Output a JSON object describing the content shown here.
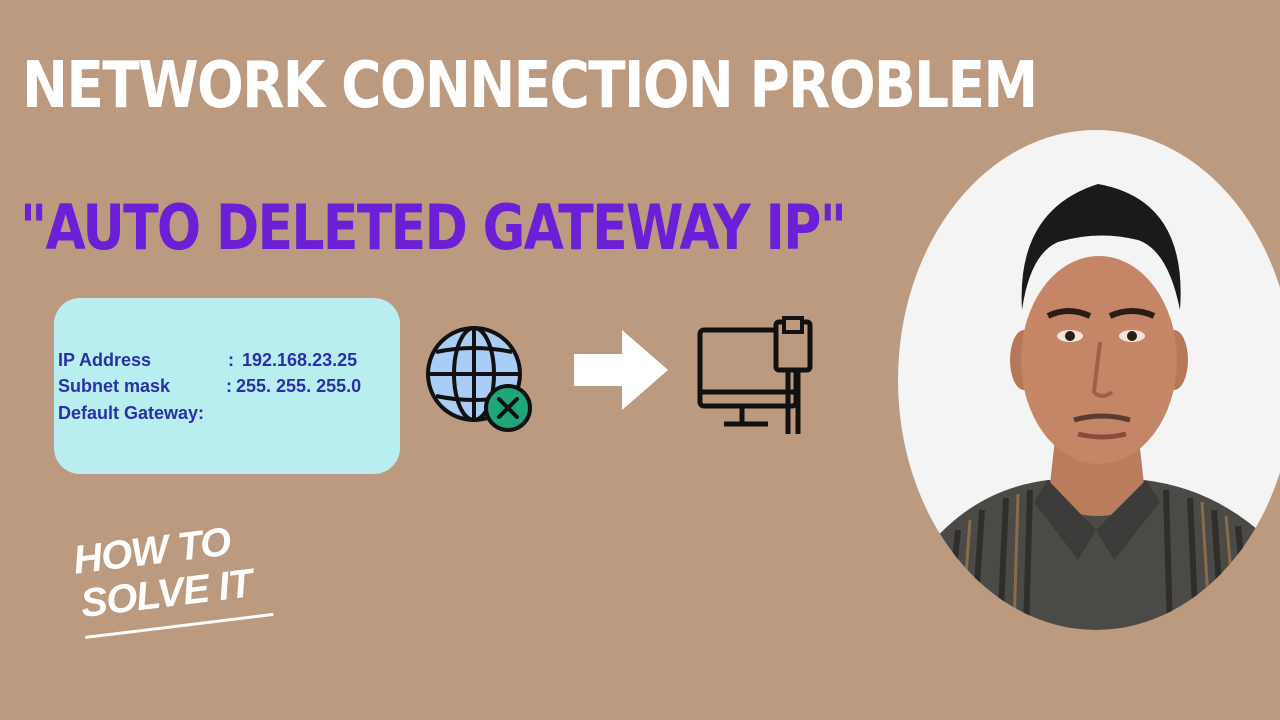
{
  "title": "NETWORK CONNECTION PROBLEM",
  "subtitle": "\"AUTO DELETED GATEWAY IP\"",
  "ip_config": {
    "rows": [
      {
        "label": "IP Address",
        "separator": ":",
        "value": "192.168.23.25"
      },
      {
        "label": "Subnet mask",
        "separator": ":",
        "value": "255. 255. 255.0"
      },
      {
        "label": "Default Gateway:",
        "separator": "",
        "value": ""
      }
    ]
  },
  "icons": {
    "globe": "globe-disconnected-icon",
    "arrow": "arrow-right-icon",
    "monitor": "monitor-ethernet-icon"
  },
  "how_to": {
    "line1": "HOW TO",
    "line2": "SOLVE IT"
  },
  "colors": {
    "background": "#bc9a7f",
    "title": "#ffffff",
    "subtitle": "#6b1fd6",
    "card": "#b8eef0",
    "card_text": "#2b2fa8",
    "error_badge": "#1fa57a"
  }
}
